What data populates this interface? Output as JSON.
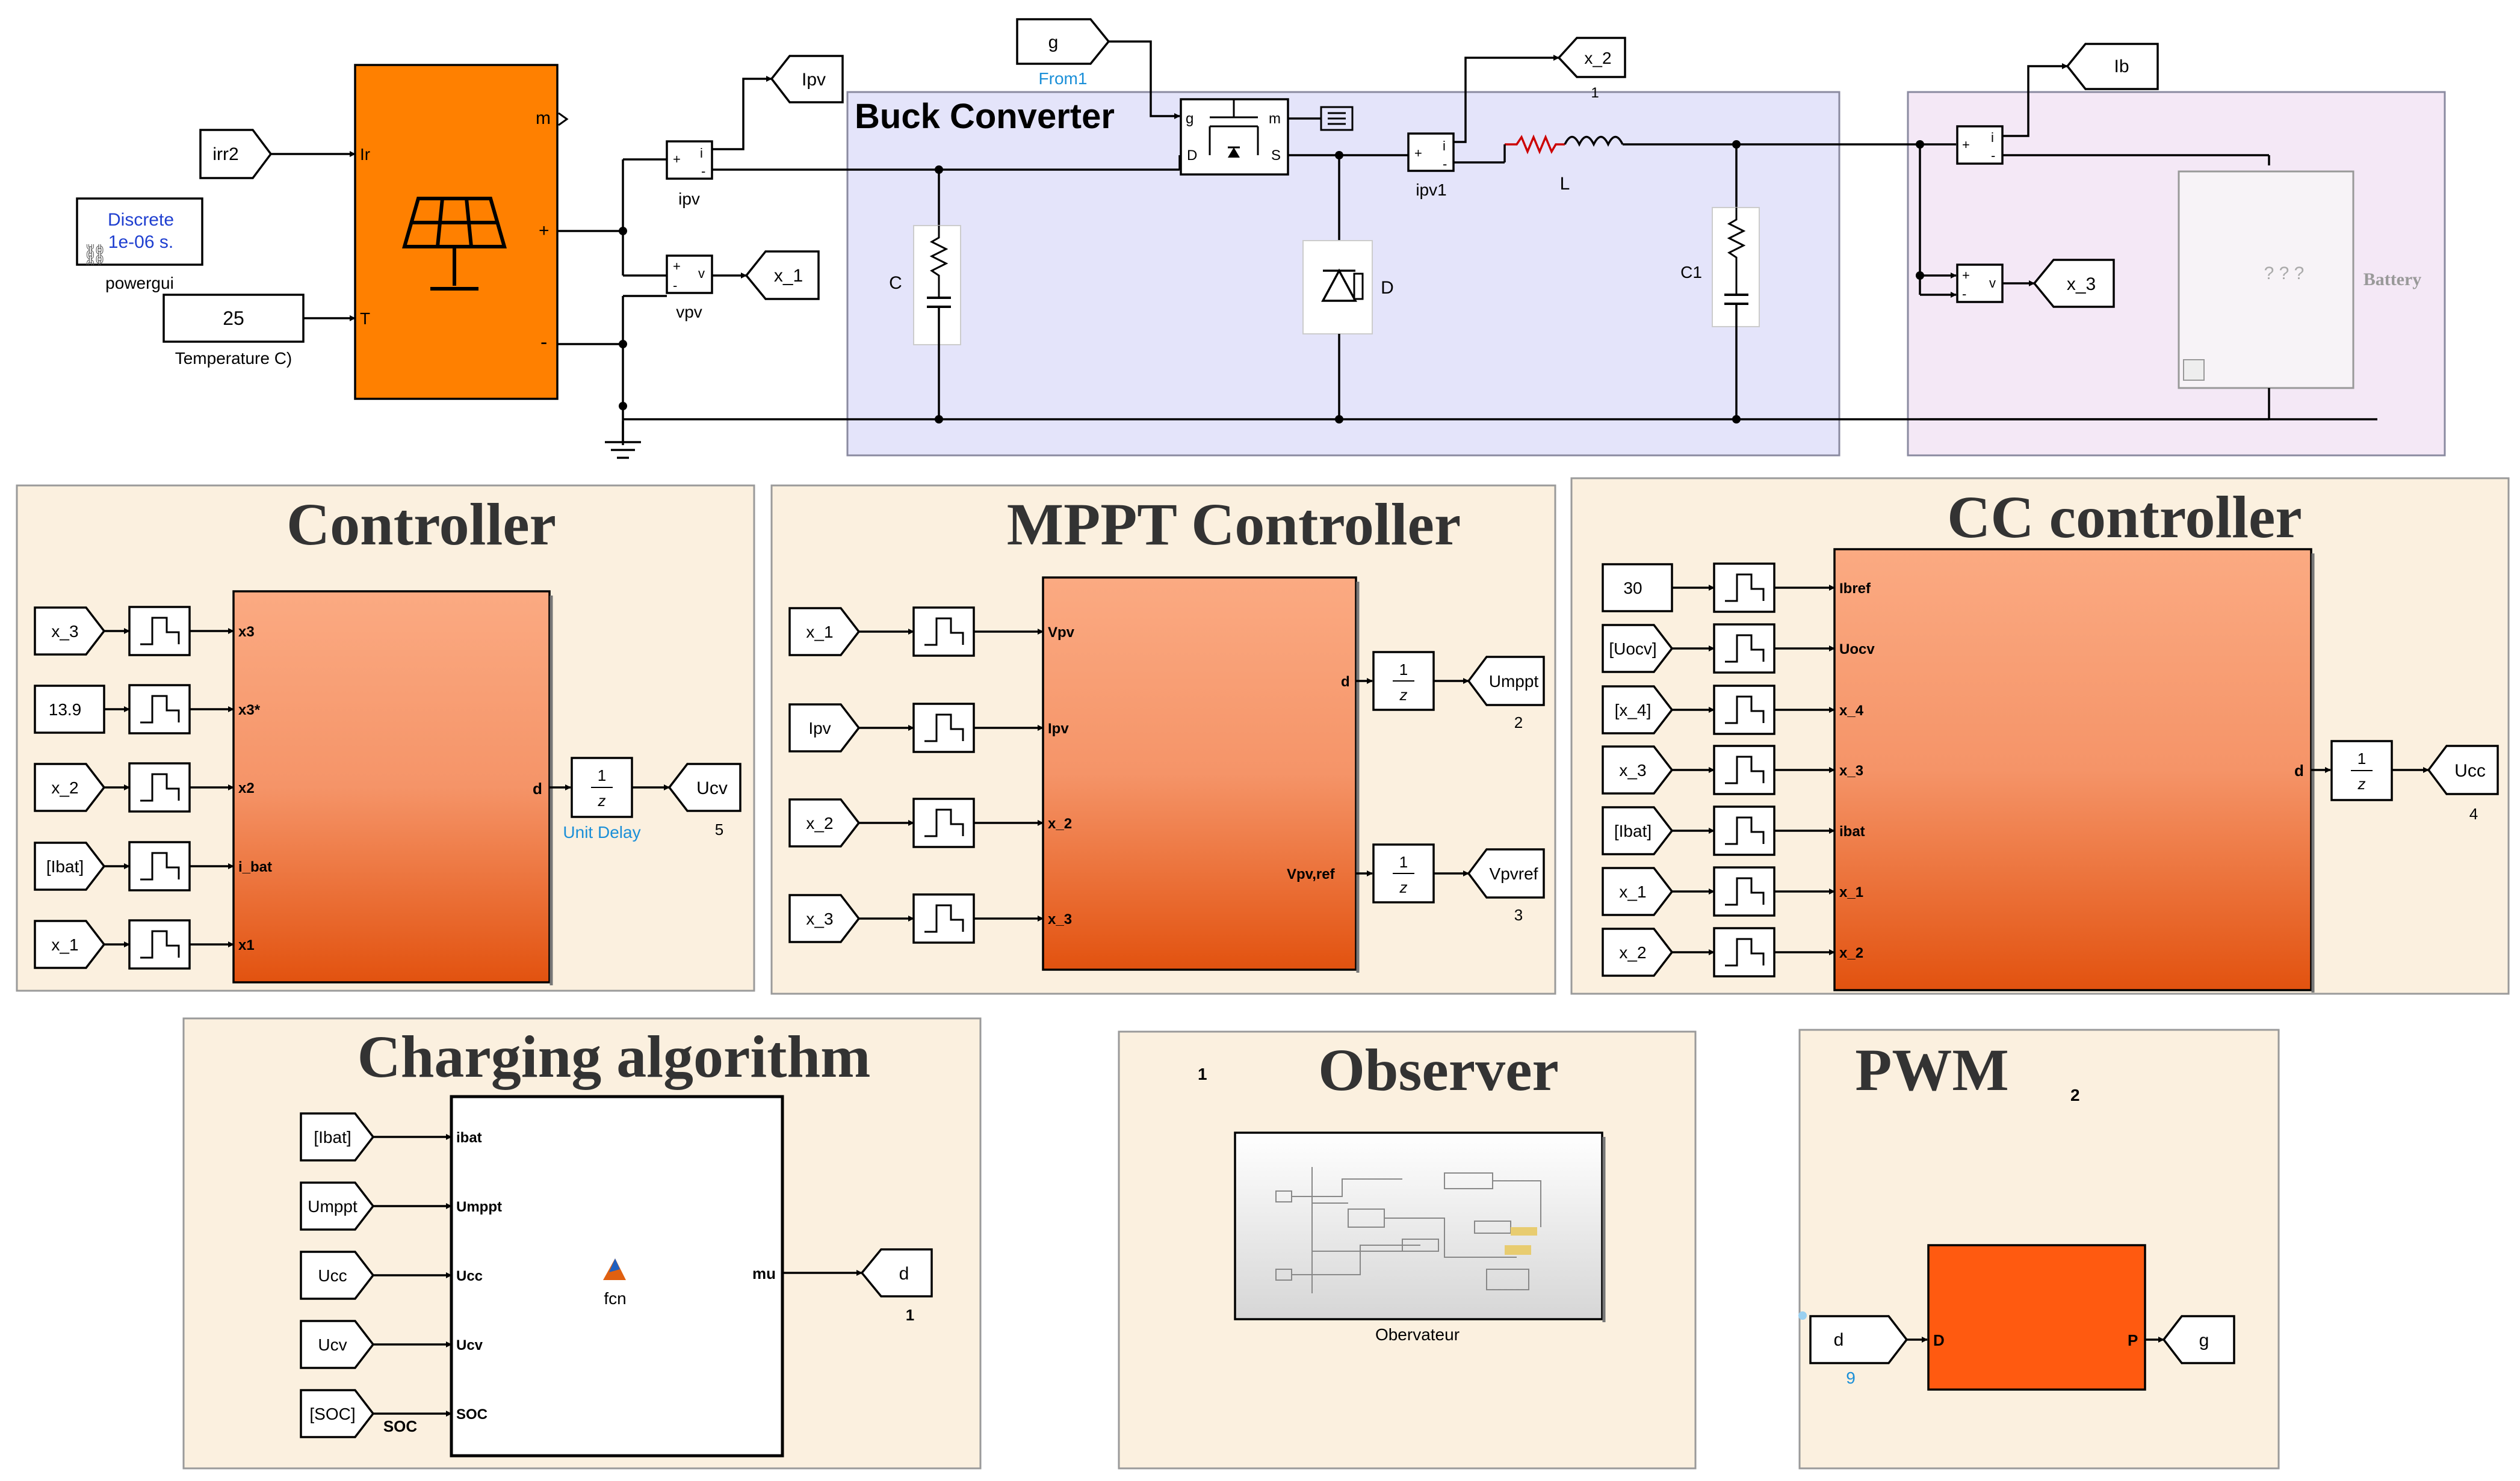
{
  "colors": {
    "orange_block": "#FF8000",
    "buck_bg": "#E4E4FA",
    "battery_bg": "#F4E8F6",
    "area_bg": "#FBF0DF",
    "gradient_top": "#FBAA82",
    "gradient_bottom": "#E2520F",
    "pwm_block": "#FF5A10",
    "link_blue": "#1A8FD8"
  },
  "power": {
    "buck_title": "Buck Converter",
    "battery_label": "Battery",
    "battery_placeholder": "? ? ?",
    "powergui": {
      "mode": "Discrete",
      "step": "1e-06 s.",
      "label": "powergui"
    },
    "irr_tag": "irr2",
    "temp_value": "25",
    "temp_label": "Temperature C)",
    "pv_ports": {
      "ir": "Ir",
      "t": "T",
      "m": "m",
      "plus": "+",
      "minus": "-"
    },
    "ipv_tag": "Ipv",
    "ipv_label": "ipv",
    "vpv_label": "vpv",
    "x1_tag": "x_1",
    "cap_c": "C",
    "cap_c1": "C1",
    "diode_label": "D",
    "inductor_label": "L",
    "ipv1_label": "ipv1",
    "x2_tag": "x_2",
    "x2_num": "1",
    "from_tag": "g",
    "from_label": "From1",
    "mosfet_ports": {
      "g": "g",
      "m": "m",
      "d": "D",
      "s": "S"
    },
    "ib_tag": "Ib",
    "x3_tag": "x_3",
    "sensor_i": "i",
    "sensor_v": "v",
    "sensor_plus": "+",
    "sensor_minus": "-"
  },
  "controller": {
    "title": "Controller",
    "inputs": [
      {
        "tag": "x_3",
        "port": "x3"
      },
      {
        "tag": "13.9",
        "port": "x3*"
      },
      {
        "tag": "x_2",
        "port": "x2"
      },
      {
        "tag": "[Ibat]",
        "port": "i_bat"
      },
      {
        "tag": "x_1",
        "port": "x1"
      }
    ],
    "output_port": "d",
    "delay_label": "Unit Delay",
    "goto": "Ucv",
    "goto_num": "5"
  },
  "mppt": {
    "title": "MPPT Controller",
    "inputs": [
      {
        "tag": "x_1",
        "port": "Vpv"
      },
      {
        "tag": "Ipv",
        "port": "Ipv"
      },
      {
        "tag": "x_2",
        "port": "x_2"
      },
      {
        "tag": "x_3",
        "port": "x_3"
      }
    ],
    "outputs": [
      {
        "port": "d",
        "goto": "Umppt",
        "num": "2"
      },
      {
        "port": "Vpv,ref",
        "goto": "Vpvref",
        "num": "3"
      }
    ]
  },
  "cc": {
    "title": "CC controller",
    "inputs": [
      {
        "tag": "30",
        "port": "Ibref"
      },
      {
        "tag": "[Uocv]",
        "port": "Uocv"
      },
      {
        "tag": "[x_4]",
        "port": "x_4"
      },
      {
        "tag": "x_3",
        "port": "x_3"
      },
      {
        "tag": "[Ibat]",
        "port": "ibat"
      },
      {
        "tag": "x_1",
        "port": "x_1"
      },
      {
        "tag": "x_2",
        "port": "x_2"
      }
    ],
    "output_port": "d",
    "goto": "Ucc",
    "goto_num": "4"
  },
  "charging": {
    "title": "Charging algorithm",
    "inputs": [
      {
        "tag": "[Ibat]",
        "port": "ibat"
      },
      {
        "tag": "Umppt",
        "port": "Umppt"
      },
      {
        "tag": "Ucc",
        "port": "Ucc"
      },
      {
        "tag": "Ucv",
        "port": "Ucv"
      },
      {
        "tag": "[SOC]",
        "port": "SOC"
      }
    ],
    "soc_label": "SOC",
    "fcn_label": "fcn",
    "output_port": "mu",
    "goto": "d",
    "goto_num": "1"
  },
  "observer": {
    "title": "Observer",
    "num": "1",
    "block_label": "Obervateur"
  },
  "pwm": {
    "title": "PWM",
    "num": "2",
    "from_tag": "d",
    "from_num": "9",
    "in_port": "D",
    "out_port": "P",
    "goto": "g"
  },
  "delay_num": "1",
  "delay_den": "z"
}
